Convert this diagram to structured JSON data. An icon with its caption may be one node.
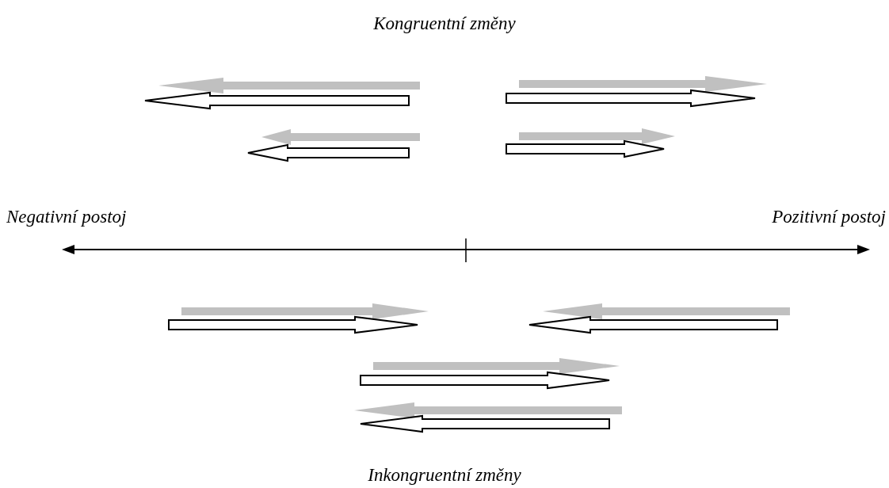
{
  "diagram": {
    "labels": [
      "Kongruentní změny",
      "Negativní postoj",
      "Pozitivní postoj",
      "Inkongruentní změny"
    ]
  }
}
